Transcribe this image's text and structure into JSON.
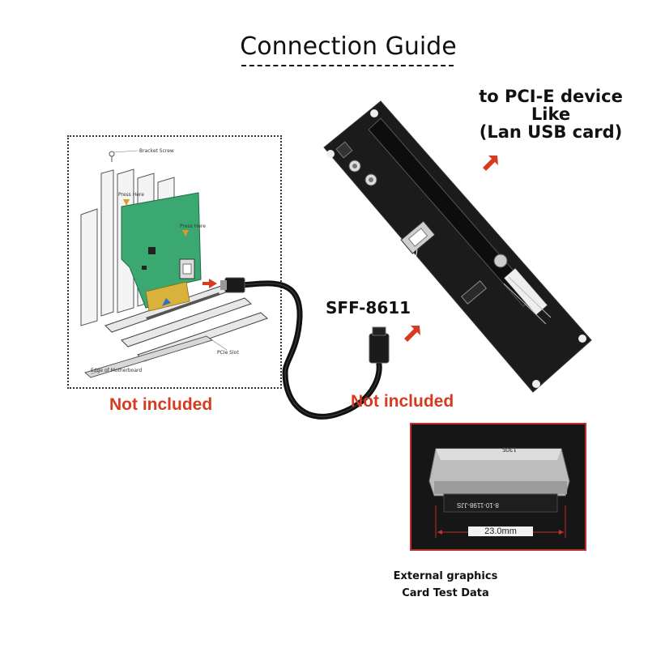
{
  "title": "Connection Guide",
  "top_right_label": {
    "line1": "to PCI-E device",
    "line2": "Like",
    "line3": "(Lan USB card)"
  },
  "diagram_labels": {
    "bracket_screw": "Bracket Screw",
    "press_here_1": "Press Here",
    "press_here_2": "Press Here",
    "pcie_slot": "PCIe Slot",
    "edge_of_motherboard": "Edge of Motherboard"
  },
  "sff_label": "SFF-8611",
  "not_included_left": "Not included",
  "not_included_mid": "Not included",
  "connector_photo": {
    "top_marking": "1305",
    "bottom_marking": "8-10-1198-JJS",
    "dimension": "23.0mm"
  },
  "caption": {
    "line1": "External graphics",
    "line2": "Card Test Data"
  },
  "colors": {
    "accent_red": "#d63b1f",
    "pcb_black": "#1b1b1b",
    "card_green": "#3aa870"
  }
}
